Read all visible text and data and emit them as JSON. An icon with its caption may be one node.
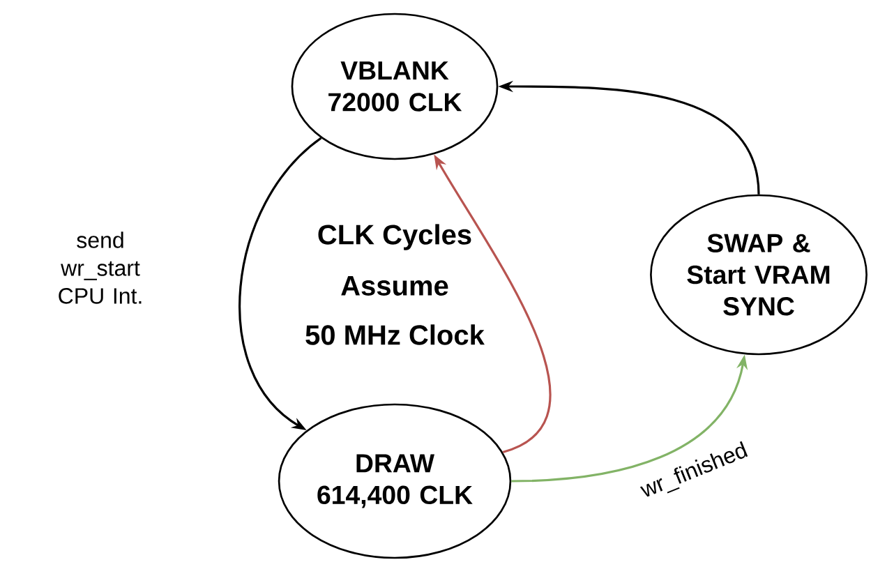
{
  "diagram": {
    "nodes": [
      {
        "text": [
          "VBLANK 72000 CLK"
        ]
      },
      {
        "text": [
          "DRAW 614,400 CLK"
        ]
      },
      {
        "text": [
          "SWAP & Start VRAM SYNC"
        ]
      }
    ],
    "edges": [
      {
        "from": 0,
        "to": 1,
        "arrow": "to",
        "label": "send wr_start CPU Int."
      },
      {
        "from": 1,
        "to": 0,
        "arrow": "to",
        "color": "#b85450"
      },
      {
        "from": 1,
        "to": 2,
        "arrow": "to",
        "color": "#82b366",
        "label": "wr_finished"
      },
      {
        "from": 2,
        "to": 0,
        "arrow": "to"
      }
    ],
    "labels": [
      "CLK Cycles",
      "Assume",
      "50 MHz Clock"
    ]
  }
}
